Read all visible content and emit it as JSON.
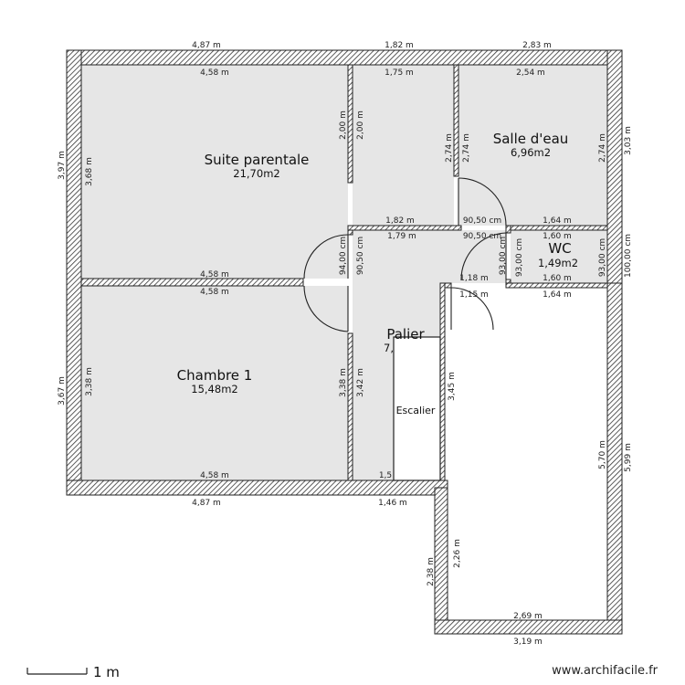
{
  "rooms": {
    "suite": {
      "name": "Suite parentale",
      "area": "21,70m2"
    },
    "salle": {
      "name": "Salle d'eau",
      "area": "6,96m2"
    },
    "wc": {
      "name": "WC",
      "area": "1,49m2"
    },
    "chambre": {
      "name": "Chambre 1",
      "area": "15,48m2"
    },
    "palier": {
      "name": "Palier",
      "area": "7,"
    },
    "escalier": {
      "name": "Escalier"
    }
  },
  "dims": {
    "top_left": "4,87 m",
    "top_mid": "1,82 m",
    "top_right": "2,83 m",
    "suite_top_in": "4,58 m",
    "hall_top_in": "1,75 m",
    "salle_top_in": "2,54 m",
    "left_top_out": "3,97 m",
    "left_top_in": "3,68 m",
    "left_bot_out": "3,67 m",
    "left_bot_in": "3,38 m",
    "suite_bottom": "4,58 m",
    "chambre_top": "4,58 m",
    "chambre_bottom_in": "4,58 m",
    "bottom_left_out": "4,87 m",
    "bottom_mid_out": "1,46 m",
    "stair_bottom": "1,5",
    "partition_a": "2,00 m",
    "partition_b": "2,00 m",
    "salle_left_a": "2,74 m",
    "salle_left_b": "2,74 m",
    "salle_right_in": "2,74 m",
    "right_top_out": "3,03 m",
    "hall_mid_a": "1,82 m",
    "hall_mid_b": "1,79 m",
    "salle_door_a": "90,50 cm",
    "salle_door_b": "90,50 cm",
    "salle_bottom_in": "1,64 m",
    "wc_top_in": "1,60 m",
    "door_94": "94,00 cm",
    "door_905": "90,50 cm",
    "wc_left_a": "93,00 cm",
    "wc_left_b": "93,00 cm",
    "wc_right": "93,00 cm",
    "right_100": "100,00 cm",
    "hall_118": "1,18 m",
    "wc_bottom_in": "1,60 m",
    "hall_115": "1,15 m",
    "big_top_in": "1,64 m",
    "chambre_right_a": "3,38 m",
    "chambre_right_b": "3,42 m",
    "stair_right": "3,45 m",
    "big_right_in": "5,70 m",
    "big_right_out": "5,99 m",
    "ext_left_out": "2,38 m",
    "ext_left_in": "2,26 m",
    "ext_bottom_in": "2,69 m",
    "ext_bottom_out": "3,19 m"
  },
  "scale": {
    "label": "1 m"
  },
  "brand": {
    "text": "www.archifacile.fr"
  }
}
